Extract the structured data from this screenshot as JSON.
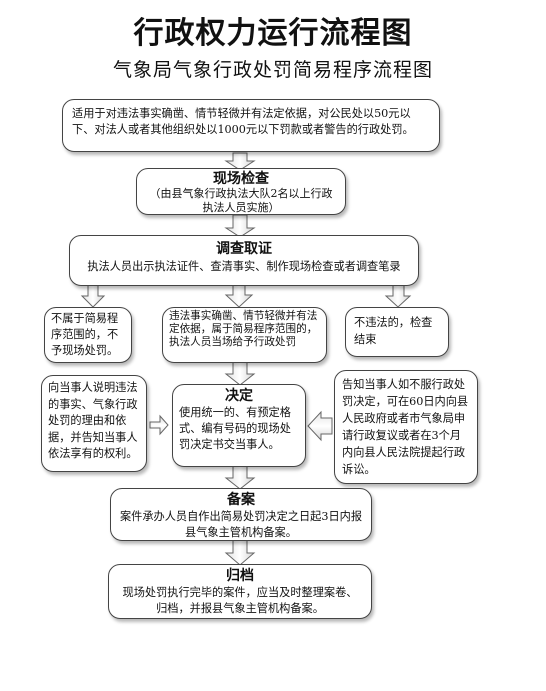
{
  "title": "行政权力运行流程图",
  "subtitle": "气象局气象行政处罚简易程序流程图",
  "applicability": "适用于对违法事实确凿、情节轻微并有法定依据，对公民处以50元以下、对法人或者其他组织处以1000元以下罚款或者警告的行政处罚。",
  "onsite": {
    "heading": "现场检查",
    "text": "（由县气象行政执法大队2名以上行政执法人员实施）"
  },
  "investigation": {
    "heading": "调查取证",
    "text": "执法人员出示执法证件、查清事实、制作现场检查或者调查笔录"
  },
  "not_simple": "不属于简易程序范围的，不予现场处罚。",
  "simple_case": "违法事实确凿、情节轻微并有法定依据，属于简易程序范围的，执法人员当场给予行政处罚",
  "no_violation": "不违法的，检查结束",
  "notify_party": "向当事人说明违法的事实、气象行政处罚的理由和依据，并告知当事人依法享有的权利。",
  "decision": {
    "heading": "决定",
    "text": "使用统一的、有预定格式、编有号码的现场处罚决定书交当事人。"
  },
  "appeal": "告知当事人如不服行政处罚决定，可在60日内向县人民政府或者市气象局申请行政复议或者在3个月内向县人民法院提起行政诉讼。",
  "filing": {
    "heading": "备案",
    "text": "案件承办人员自作出简易处罚决定之日起3日内报县气象主管机构备案。"
  },
  "archive": {
    "heading": "归档",
    "text": "现场处罚执行完毕的案件，应当及时整理案卷、归档，并报县气象主管机构备案。"
  }
}
